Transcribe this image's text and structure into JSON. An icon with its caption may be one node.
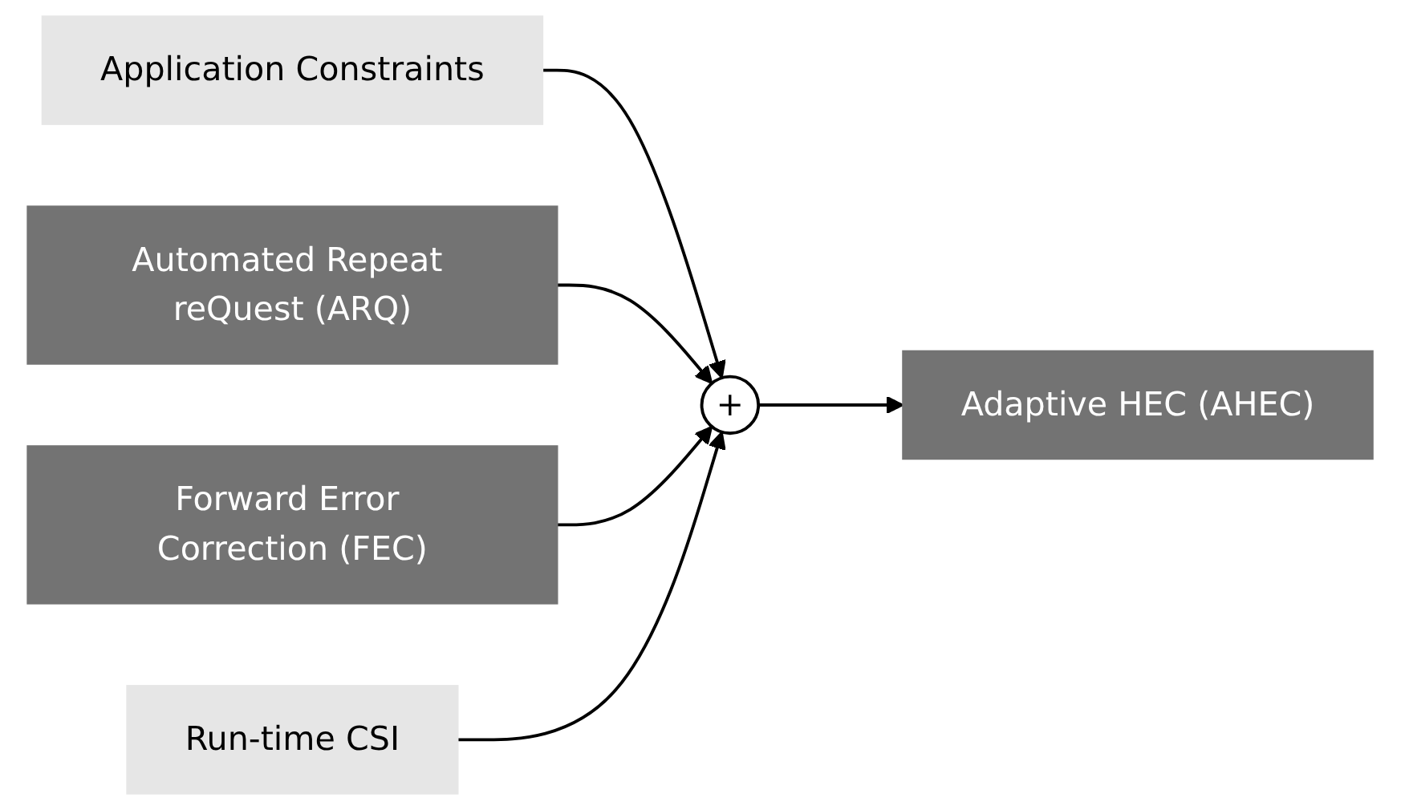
{
  "diagram": {
    "nodes": [
      {
        "text": [
          "Application Constraints"
        ]
      },
      {
        "text": [
          "Automated Repeat reQuest (ARQ)"
        ]
      },
      {
        "text": [
          "+"
        ]
      },
      {
        "text": [
          "Adaptive HEC (AHEC)"
        ]
      },
      {
        "text": [
          "Forward Error Correction (FEC)"
        ]
      },
      {
        "text": [
          "Run-time CSI"
        ]
      }
    ],
    "edges": [
      {
        "from": 0,
        "to": 2,
        "arrow": "to"
      },
      {
        "from": 1,
        "to": 2,
        "arrow": "to"
      },
      {
        "from": 2,
        "to": 3,
        "arrow": "to"
      },
      {
        "from": 4,
        "to": 2,
        "arrow": "to"
      },
      {
        "from": 5,
        "to": 2,
        "arrow": "to"
      }
    ]
  }
}
